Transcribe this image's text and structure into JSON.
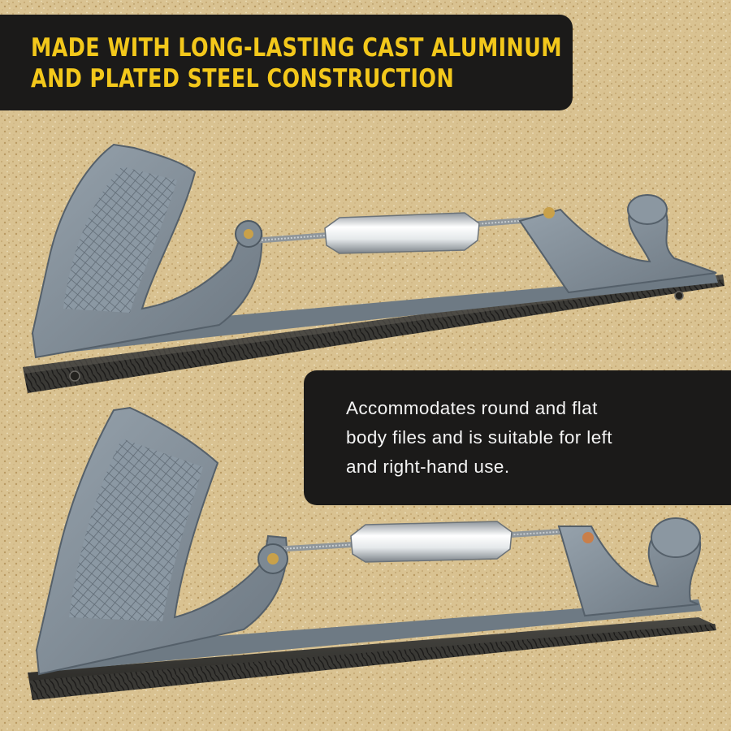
{
  "headline": {
    "lines": [
      "MADE WITH LONG-LASTING CAST ALUMINUM",
      "AND PLATED STEEL CONSTRUCTION"
    ],
    "color": "#f3c81b"
  },
  "callout": {
    "lines": [
      "Accommodates round and flat",
      "body files and is suitable for left",
      "and right-hand use."
    ]
  },
  "palette": {
    "sand": "#d8c08f",
    "handle_gray": "#7f8c97",
    "file_black": "#2c2b29",
    "chrome": "#d9dde0",
    "banner": "#1b1a19"
  }
}
